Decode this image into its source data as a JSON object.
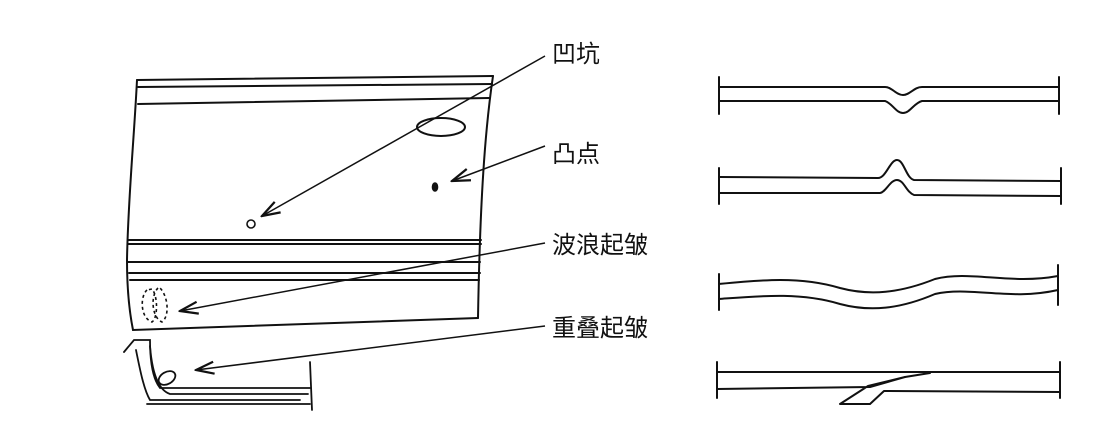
{
  "labels": {
    "dent": "凹坑",
    "bump": "凸点",
    "wave_wrinkle": "波浪起皱",
    "fold_wrinkle": "重叠起皱"
  },
  "colors": {
    "ink": "#111111",
    "background": "#ffffff"
  }
}
